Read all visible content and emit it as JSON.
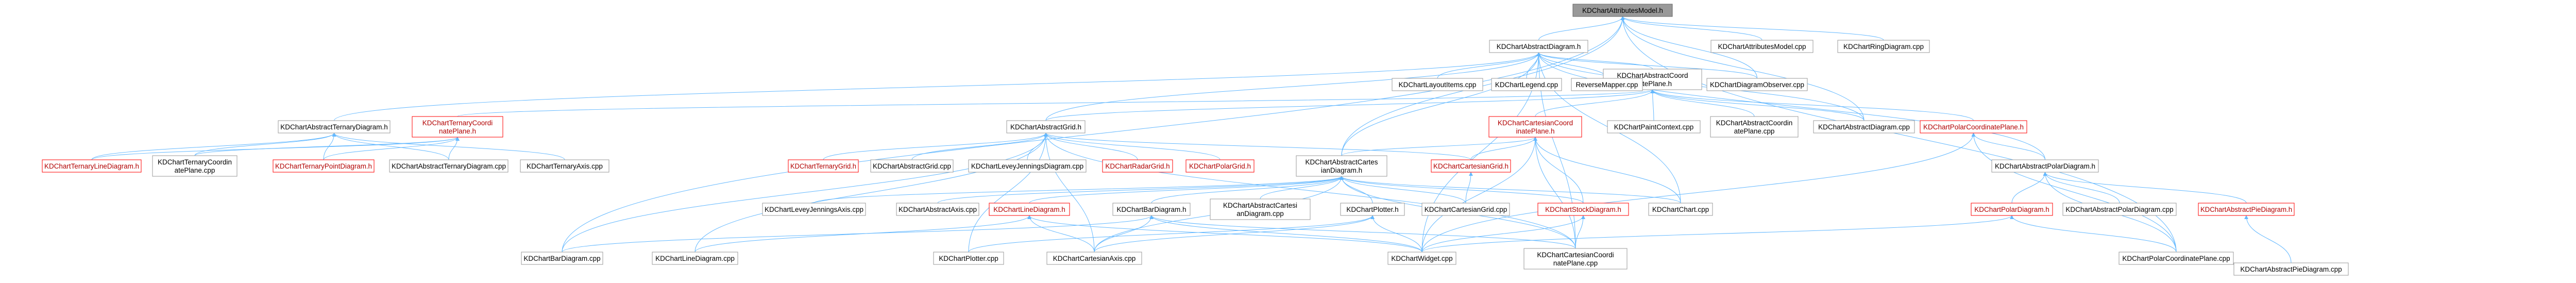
{
  "graph_title": "",
  "colors": {
    "edge": "#63b8ff",
    "root_fill": "#999999",
    "node_border": "#999999",
    "undocumented_border": "#ff0000"
  },
  "nodes": [
    {
      "id": "n0",
      "label": "KDChartAttributesModel.h",
      "style": "root"
    },
    {
      "id": "n1",
      "label": "KDChartAbstractDiagram.h",
      "style": "normal"
    },
    {
      "id": "n2",
      "label": "KDChartAttributesModel.cpp",
      "style": "normal"
    },
    {
      "id": "n3",
      "label": "KDChartRingDiagram.cpp",
      "style": "normal"
    },
    {
      "id": "n4",
      "label": "KDChartAbstractCoordinatePlane.h",
      "style": "normal"
    },
    {
      "id": "n5",
      "label": "KDChartLayoutItems.cpp",
      "style": "normal"
    },
    {
      "id": "n6",
      "label": "KDChartLegend.cpp",
      "style": "normal"
    },
    {
      "id": "n7",
      "label": "ReverseMapper.cpp",
      "style": "normal"
    },
    {
      "id": "n8",
      "label": "KDChartDiagramObserver.cpp",
      "style": "normal"
    },
    {
      "id": "n9",
      "label": "KDChartAbstractTernaryDiagram.h",
      "style": "normal"
    },
    {
      "id": "n10",
      "label": "KDChartTernaryCoordinatePlane.h",
      "style": "undocumented"
    },
    {
      "id": "n11",
      "label": "KDChartAbstractGrid.h",
      "style": "normal"
    },
    {
      "id": "n12",
      "label": "KDChartCartesianCoordinatePlane.h",
      "style": "undocumented"
    },
    {
      "id": "n13",
      "label": "KDChartPaintContext.cpp",
      "style": "normal"
    },
    {
      "id": "n14",
      "label": "KDChartAbstractCoordinatePlane.cpp",
      "style": "normal"
    },
    {
      "id": "n15",
      "label": "KDChartAbstractDiagram.cpp",
      "style": "normal"
    },
    {
      "id": "n16",
      "label": "KDChartPolarCoordinatePlane.h",
      "style": "undocumented"
    },
    {
      "id": "n17",
      "label": "KDChartTernaryLineDiagram.h",
      "style": "undocumented"
    },
    {
      "id": "n18",
      "label": "KDChartTernaryCoordinatePlane.cpp",
      "style": "normal"
    },
    {
      "id": "n19",
      "label": "KDChartTernaryPointDiagram.h",
      "style": "undocumented"
    },
    {
      "id": "n20",
      "label": "KDChartAbstractTernaryDiagram.cpp",
      "style": "normal"
    },
    {
      "id": "n21",
      "label": "KDChartTernaryAxis.cpp",
      "style": "normal"
    },
    {
      "id": "n22",
      "label": "KDChartTernaryGrid.h",
      "style": "undocumented"
    },
    {
      "id": "n23",
      "label": "KDChartAbstractGrid.cpp",
      "style": "normal"
    },
    {
      "id": "n24",
      "label": "KDChartLeveyJenningsDiagram.cpp",
      "style": "normal"
    },
    {
      "id": "n25",
      "label": "KDChartRadarGrid.h",
      "style": "undocumented"
    },
    {
      "id": "n26",
      "label": "KDChartPolarGrid.h",
      "style": "undocumented"
    },
    {
      "id": "n27",
      "label": "KDChartAbstractCartesianDiagram.h",
      "style": "normal"
    },
    {
      "id": "n28",
      "label": "KDChartCartesianGrid.h",
      "style": "undocumented"
    },
    {
      "id": "n29",
      "label": "KDChartAbstractPolarDiagram.h",
      "style": "normal"
    },
    {
      "id": "n30",
      "label": "KDChartLeveyJenningsAxis.cpp",
      "style": "normal"
    },
    {
      "id": "n31",
      "label": "KDChartAbstractAxis.cpp",
      "style": "normal"
    },
    {
      "id": "n32",
      "label": "KDChartLineDiagram.h",
      "style": "undocumented"
    },
    {
      "id": "n33",
      "label": "KDChartBarDiagram.h",
      "style": "normal"
    },
    {
      "id": "n34",
      "label": "KDChartAbstractCartesianDiagram.cpp",
      "style": "normal"
    },
    {
      "id": "n35",
      "label": "KDChartPlotter.h",
      "style": "normal"
    },
    {
      "id": "n36",
      "label": "KDChartCartesianGrid.cpp",
      "style": "normal"
    },
    {
      "id": "n37",
      "label": "KDChartStockDiagram.h",
      "style": "undocumented"
    },
    {
      "id": "n38",
      "label": "KDChartChart.cpp",
      "style": "normal"
    },
    {
      "id": "n39",
      "label": "KDChartPolarDiagram.h",
      "style": "undocumented"
    },
    {
      "id": "n40",
      "label": "KDChartAbstractPolarDiagram.cpp",
      "style": "normal"
    },
    {
      "id": "n41",
      "label": "KDChartAbstractPieDiagram.h",
      "style": "undocumented"
    },
    {
      "id": "n42",
      "label": "KDChartBarDiagram.cpp",
      "style": "normal"
    },
    {
      "id": "n43",
      "label": "KDChartLineDiagram.cpp",
      "style": "normal"
    },
    {
      "id": "n44",
      "label": "KDChartPlotter.cpp",
      "style": "normal"
    },
    {
      "id": "n45",
      "label": "KDChartCartesianAxis.cpp",
      "style": "normal"
    },
    {
      "id": "n46",
      "label": "KDChartWidget.cpp",
      "style": "normal"
    },
    {
      "id": "n47",
      "label": "KDChartCartesianCoordinatePlane.cpp",
      "style": "normal"
    },
    {
      "id": "n48",
      "label": "KDChartPolarCoordinatePlane.cpp",
      "style": "normal"
    },
    {
      "id": "n49",
      "label": "KDChartAbstractPieDiagram.cpp",
      "style": "normal"
    }
  ],
  "edges": [
    [
      "n0",
      "n1"
    ],
    [
      "n0",
      "n2"
    ],
    [
      "n0",
      "n3"
    ],
    [
      "n0",
      "n8"
    ],
    [
      "n0",
      "n15"
    ],
    [
      "n0",
      "n27"
    ],
    [
      "n0",
      "n42"
    ],
    [
      "n0",
      "n48"
    ],
    [
      "n1",
      "n4"
    ],
    [
      "n1",
      "n5"
    ],
    [
      "n1",
      "n6"
    ],
    [
      "n1",
      "n7"
    ],
    [
      "n1",
      "n8"
    ],
    [
      "n1",
      "n9"
    ],
    [
      "n1",
      "n11"
    ],
    [
      "n1",
      "n15"
    ],
    [
      "n1",
      "n27"
    ],
    [
      "n1",
      "n29"
    ],
    [
      "n1",
      "n38"
    ],
    [
      "n1",
      "n46"
    ],
    [
      "n1",
      "n47"
    ],
    [
      "n4",
      "n10"
    ],
    [
      "n4",
      "n12"
    ],
    [
      "n4",
      "n13"
    ],
    [
      "n4",
      "n14"
    ],
    [
      "n4",
      "n15"
    ],
    [
      "n4",
      "n16"
    ],
    [
      "n4",
      "n11"
    ],
    [
      "n9",
      "n17"
    ],
    [
      "n9",
      "n18"
    ],
    [
      "n9",
      "n19"
    ],
    [
      "n9",
      "n20"
    ],
    [
      "n9",
      "n21"
    ],
    [
      "n10",
      "n17"
    ],
    [
      "n10",
      "n19"
    ],
    [
      "n10",
      "n18"
    ],
    [
      "n10",
      "n20"
    ],
    [
      "n11",
      "n22"
    ],
    [
      "n11",
      "n23"
    ],
    [
      "n11",
      "n24"
    ],
    [
      "n11",
      "n25"
    ],
    [
      "n11",
      "n26"
    ],
    [
      "n11",
      "n28"
    ],
    [
      "n11",
      "n42"
    ],
    [
      "n11",
      "n43"
    ],
    [
      "n11",
      "n44"
    ],
    [
      "n11",
      "n45"
    ],
    [
      "n11",
      "n47"
    ],
    [
      "n12",
      "n27"
    ],
    [
      "n12",
      "n28"
    ],
    [
      "n12",
      "n37"
    ],
    [
      "n12",
      "n38"
    ],
    [
      "n12",
      "n46"
    ],
    [
      "n12",
      "n47"
    ],
    [
      "n16",
      "n29"
    ],
    [
      "n16",
      "n48"
    ],
    [
      "n16",
      "n46"
    ],
    [
      "n27",
      "n30"
    ],
    [
      "n27",
      "n31"
    ],
    [
      "n27",
      "n32"
    ],
    [
      "n27",
      "n33"
    ],
    [
      "n27",
      "n34"
    ],
    [
      "n27",
      "n35"
    ],
    [
      "n27",
      "n36"
    ],
    [
      "n27",
      "n37"
    ],
    [
      "n27",
      "n38"
    ],
    [
      "n27",
      "n45"
    ],
    [
      "n27",
      "n47"
    ],
    [
      "n28",
      "n36"
    ],
    [
      "n29",
      "n39"
    ],
    [
      "n29",
      "n40"
    ],
    [
      "n29",
      "n41"
    ],
    [
      "n29",
      "n48"
    ],
    [
      "n32",
      "n43"
    ],
    [
      "n32",
      "n45"
    ],
    [
      "n32",
      "n46"
    ],
    [
      "n33",
      "n42"
    ],
    [
      "n33",
      "n45"
    ],
    [
      "n33",
      "n46"
    ],
    [
      "n33",
      "n47"
    ],
    [
      "n35",
      "n44"
    ],
    [
      "n35",
      "n45"
    ],
    [
      "n35",
      "n46"
    ],
    [
      "n37",
      "n46"
    ],
    [
      "n37",
      "n47"
    ],
    [
      "n39",
      "n46"
    ],
    [
      "n39",
      "n48"
    ],
    [
      "n41",
      "n49"
    ]
  ]
}
